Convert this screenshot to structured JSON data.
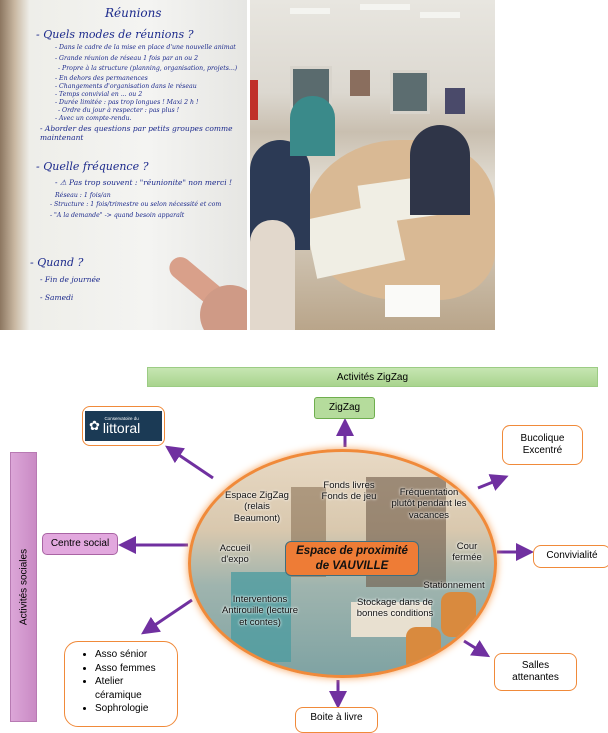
{
  "flipchart": {
    "title": "Réunions",
    "q1": "- Quels modes de réunions ?",
    "q1_items": [
      "- Dans le cadre de la mise en place d'une nouvelle animat",
      "- Grande réunion de réseau 1 fois par an ou 2",
      "- Propre à la structure (planning, organisation, projets...)",
      "- En dehors des permanences",
      "- Changements d'organisation dans le réseau",
      "- Temps convivial en ... ou 2",
      "- Durée limitée : pas trop longues ! Maxi 2 h !",
      "- Ordre du jour à respecter : pas plus !",
      "- Avec un compte-rendu.",
      "- Aborder des questions par petits groupes comme maintenant"
    ],
    "q2": "- Quelle fréquence ?",
    "q2_items": [
      "- ⚠ Pas trop souvent : \"réunionite\" non merci !",
      "Réseau : 1 fois/an",
      "- Structure : 1 fois/trimestre ou selon nécessité et com",
      "- \"A la demande\" -> quand besoin apparaît"
    ],
    "q3": "- Quand ?",
    "q3_items": [
      "- Fin de journée",
      "- Samedi"
    ]
  },
  "diagram": {
    "top_band": "Activités ZigZag",
    "side_band": "Activités sociales",
    "center_title": "Espace de proximité de VAUVILLE",
    "center_line1": "Espace de proximité",
    "center_line2": "de VAUVILLE",
    "inner_labels": {
      "zigzag_space": "Espace ZigZag (relais Beaumont)",
      "fonds": "Fonds livres Fonds de jeu",
      "frequentation": "Fréquentation plutôt pendant les vacances",
      "accueil": "Accueil d'expo",
      "cour": "Cour fermée",
      "stationnement": "Stationnement",
      "interventions": "Interventions Antirouille (lecture et contes)",
      "stockage": "Stockage dans de bonnes conditions"
    },
    "nodes": {
      "zigzag": "ZigZag",
      "littoral_small": "Conservatoire du",
      "littoral": "littoral",
      "bucolique": "Bucolique Excentré",
      "centre_social": "Centre social",
      "convivialite": "Convivialité",
      "salles": "Salles attenantes",
      "boite": "Boite à livre",
      "asso_list": [
        "Asso sénior",
        "Asso femmes",
        "Atelier céramique",
        "Sophrologie"
      ]
    },
    "colors": {
      "arrow": "#7030a0",
      "border": "#f08a3a",
      "green": "#b5dc9c",
      "pink": "#d9a0d6",
      "center": "#ee7c36"
    }
  }
}
